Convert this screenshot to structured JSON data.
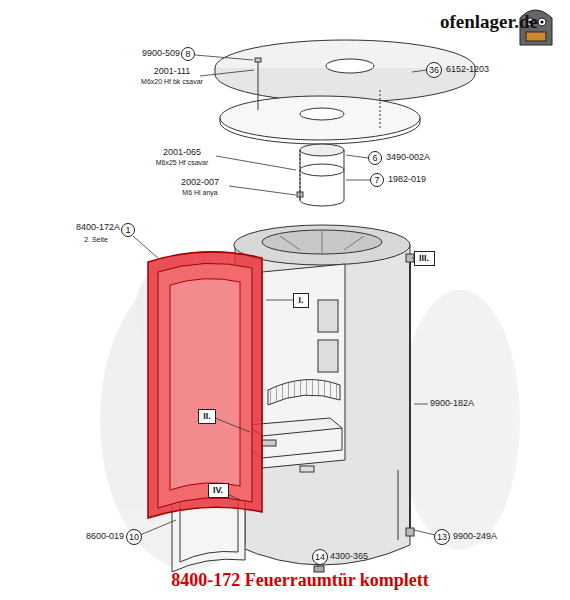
{
  "diagram": {
    "caption": "8400-172 Feuerraumtür komplett",
    "nodes": [
      {
        "text": [
          "8"
        ]
      },
      {
        "text": [
          "36"
        ]
      },
      {
        "text": [
          "6"
        ]
      },
      {
        "text": [
          "7"
        ]
      },
      {
        "text": [
          "1"
        ]
      },
      {
        "text": [
          "III."
        ]
      },
      {
        "text": [
          "I."
        ]
      },
      {
        "text": [
          "II."
        ]
      },
      {
        "text": [
          "IV."
        ]
      },
      {
        "text": [
          "10"
        ]
      },
      {
        "text": [
          "13"
        ]
      },
      {
        "text": [
          "14"
        ]
      }
    ],
    "labels": [
      "ofenlager.de",
      "9900-509",
      "2001-111",
      "M6x20 Hf bk csavar",
      "6152-1203",
      "2001-065",
      "M6x25 Hf csavar",
      "3490-002A",
      "2002-007",
      "M6 Hl anya",
      "1982-019",
      "8400-172A",
      "2. Seite",
      "9900-182A",
      "8600-019",
      "9900-249A",
      "4300-365"
    ]
  }
}
